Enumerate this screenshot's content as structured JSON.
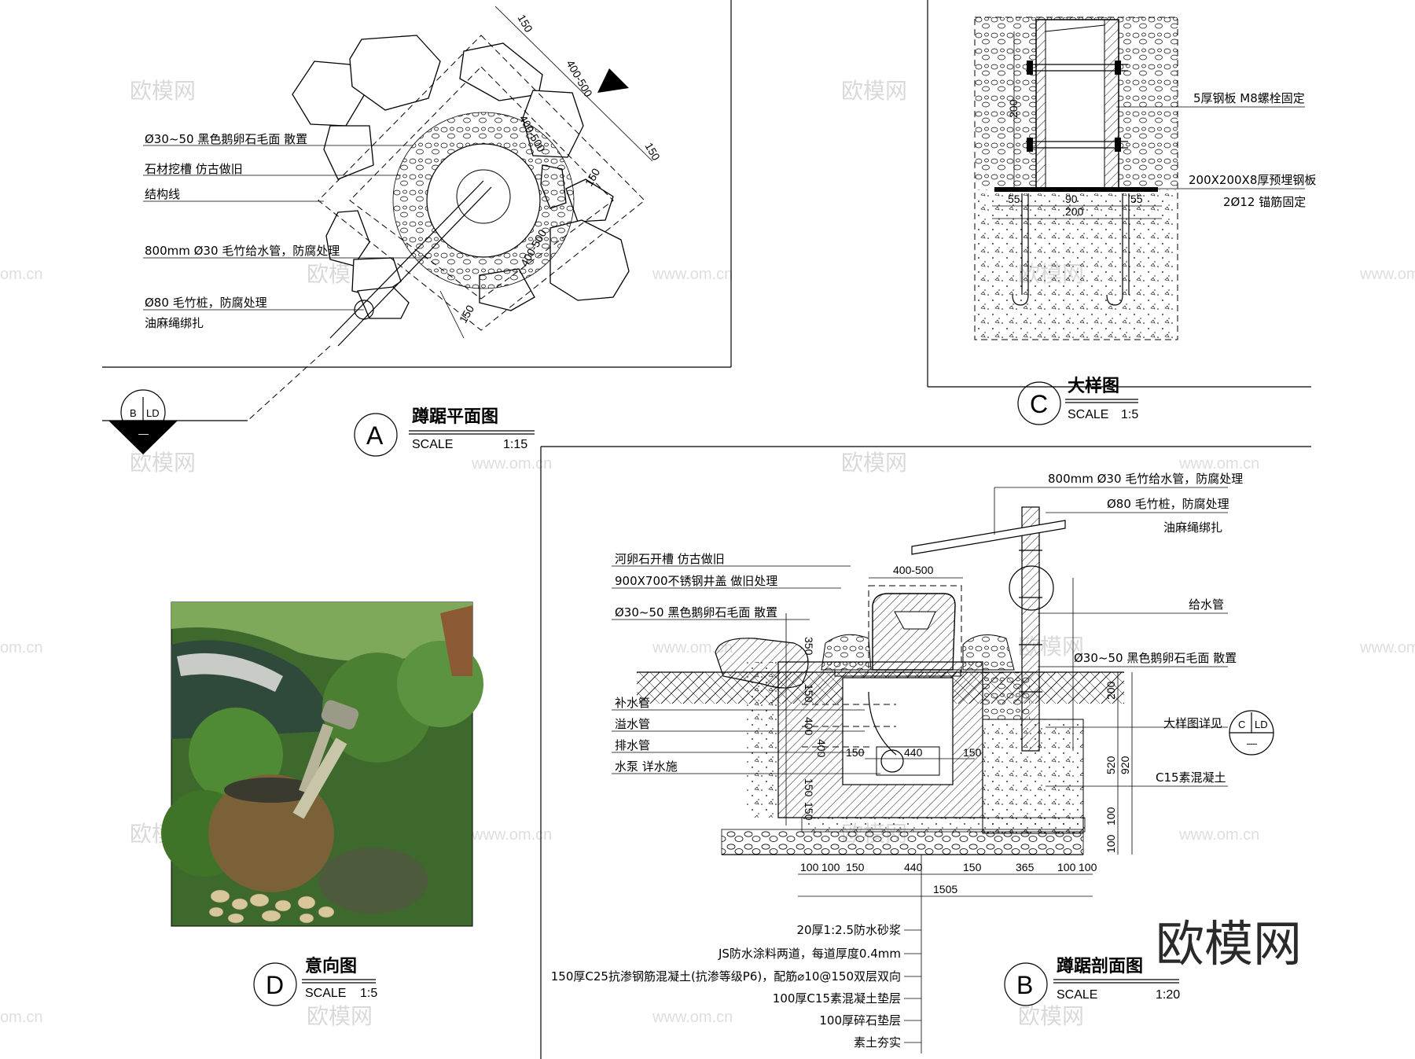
{
  "plan": {
    "callouts": [
      "Ø30~50 黑色鹅卵石毛面 散置",
      "石材挖槽 仿古做旧",
      "结构线",
      "800mm Ø30 毛竹给水管，防腐处理",
      "Ø80 毛竹桩，防腐处理",
      "油麻绳绑扎"
    ],
    "dims": [
      "150",
      "400-500",
      "400-500",
      "150",
      "150",
      "400-500",
      "150"
    ],
    "section_mark": {
      "top_left": "B",
      "top_right": "LD",
      "bottom": "—"
    },
    "title": {
      "letter": "A",
      "name": "蹲踞平面图",
      "scale_label": "SCALE",
      "scale": "1:15"
    }
  },
  "detail": {
    "callouts": [
      "5厚钢板 M8螺栓固定",
      "200X200X8厚预埋钢板",
      "2Ø12 锚筋固定"
    ],
    "dims": [
      "200",
      "55",
      "90",
      "55",
      "200"
    ],
    "title": {
      "letter": "C",
      "name": "大样图",
      "scale_label": "SCALE",
      "scale": "1:5"
    }
  },
  "photo": {
    "title": {
      "letter": "D",
      "name": "意向图",
      "scale_label": "SCALE",
      "scale": "1:5"
    }
  },
  "section": {
    "left_callouts": [
      "河卵石开槽 仿古做旧",
      "900X700不锈钢井盖 做旧处理",
      "Ø30~50 黑色鹅卵石毛面 散置",
      "补水管",
      "溢水管",
      "排水管",
      "水泵 详水施"
    ],
    "right_callouts": [
      "800mm Ø30 毛竹给水管，防腐处理",
      "Ø80 毛竹桩，防腐处理",
      "油麻绳绑扎",
      "给水管",
      "Ø30~50 黑色鹅卵石毛面 散置",
      "大样图详见",
      "C15素混凝土"
    ],
    "ref_mark": {
      "left": "C",
      "right": "LD",
      "bottom": "—"
    },
    "layers": [
      "20厚1:2.5防水砂浆",
      "JS防水涂料两道，每道厚度0.4mm",
      "150厚C25抗渗钢筋混凝土(抗渗等级P6)，配筋⌀10@150双层双向",
      "100厚C15素混凝土垫层",
      "100厚碎石垫层",
      "素土夯实"
    ],
    "top_dim": "400-500",
    "bottom_dims": [
      "100",
      "100",
      "150",
      "440",
      "150",
      "365",
      "100",
      "100"
    ],
    "total_dim": "1505",
    "inner_dims": [
      "150",
      "440",
      "150"
    ],
    "vert_left": [
      "350",
      "150",
      "400",
      "400",
      "150",
      "150"
    ],
    "vert_right": [
      "200",
      "520",
      "920",
      "100",
      "100"
    ],
    "title": {
      "letter": "B",
      "name": "蹲踞剖面图",
      "scale_label": "SCALE",
      "scale": "1:20"
    }
  },
  "watermark": {
    "brand": "欧模网",
    "url": "www.om.cn",
    "url_short": "om.cn"
  }
}
